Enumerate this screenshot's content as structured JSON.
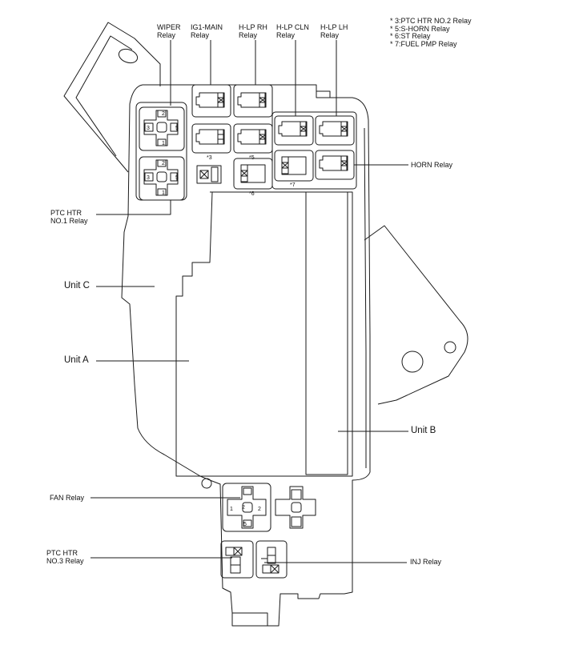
{
  "relay_labels": {
    "wiper": [
      "WIPER",
      "Relay"
    ],
    "ig1_main": [
      "IG1-MAIN",
      "Relay"
    ],
    "hlp_rh": [
      "H-LP RH",
      "Relay"
    ],
    "hlp_cln": [
      "H-LP CLN",
      "Relay"
    ],
    "hlp_lh": [
      "H-LP LH",
      "Relay"
    ],
    "horn": "HORN Relay",
    "ptc_htr_no1": [
      "PTC HTR",
      "NO.1 Relay"
    ],
    "fan": "FAN Relay",
    "ptc_htr_no3": [
      "PTC HTR",
      "NO.3 Relay"
    ],
    "inj": "INJ Relay"
  },
  "units": {
    "unit_c": "Unit C",
    "unit_a": "Unit A",
    "unit_b": "Unit B"
  },
  "notes": [
    "* 3:PTC HTR NO.2 Relay",
    "* 5:S-HORN Relay",
    "* 6:ST Relay",
    "* 7:FUEL PMP Relay"
  ],
  "slot_marks": [
    "*3",
    "*5",
    "*6",
    "*7"
  ],
  "pin_labels": [
    "1",
    "2",
    "3",
    "5"
  ],
  "colors": {
    "line": "#1a1a1a",
    "background": "#ffffff"
  }
}
